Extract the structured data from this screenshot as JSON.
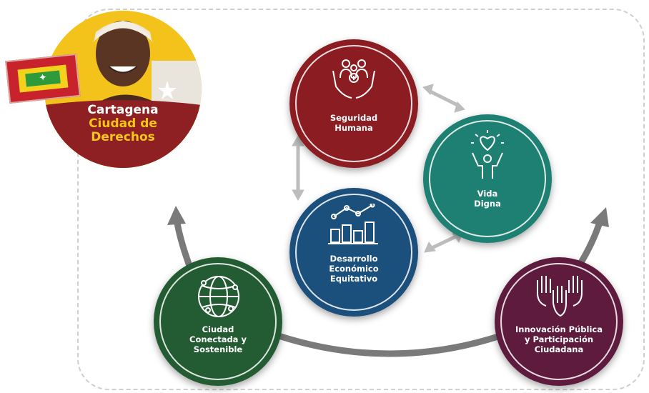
{
  "logo": {
    "line1": "Cartagena",
    "line2": "Ciudad de",
    "line3": "Derechos"
  },
  "nodes": {
    "seguridad": {
      "lines": [
        "Seguridad",
        "Humana"
      ],
      "icon": "hands-family-icon",
      "color": "#8a1c22"
    },
    "vida": {
      "lines": [
        "Vida",
        "Digna"
      ],
      "icon": "person-heart-icon",
      "color": "#1e8072"
    },
    "desarrollo": {
      "lines": [
        "Desarrollo",
        "Económico",
        "Equitativo"
      ],
      "icon": "bar-chart-icon",
      "color": "#1b4f7c"
    },
    "ciudad": {
      "lines": [
        "Ciudad",
        "Conectada y",
        "Sostenible"
      ],
      "icon": "network-globe-icon",
      "color": "#235c33"
    },
    "innovacion": {
      "lines": [
        "Innovación Pública",
        "y Participación",
        "Ciudadana"
      ],
      "icon": "raised-hands-icon",
      "color": "#5e1b3e"
    }
  },
  "colors": {
    "arrow_gray": "#7a7a7a",
    "light_arrow": "#bdbdbd",
    "flag_red": "#c8232c",
    "flag_yellow": "#f4d21b",
    "flag_green": "#2e9a3b"
  }
}
